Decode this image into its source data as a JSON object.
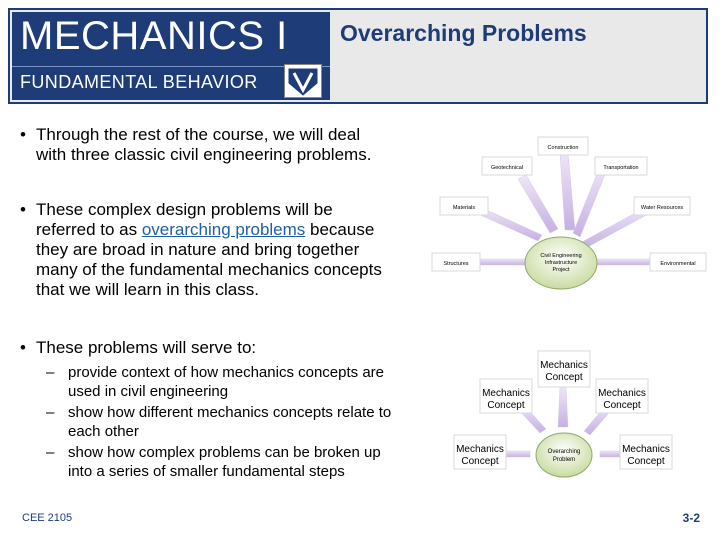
{
  "header": {
    "title": "MECHANICS I",
    "subtitle": "FUNDAMENTAL BEHAVIOR",
    "slide_title": "Overarching Problems"
  },
  "bullets": [
    {
      "lines": [
        "Through the rest of the course, we will deal",
        "with three classic civil engineering problems."
      ]
    },
    {
      "before": "These complex design problems will be",
      "line2_pre": "referred to as ",
      "link": "overarching problems",
      "line2_post": " because",
      "rest": [
        "they are broad in nature and bring together",
        "many of the fundamental mechanics concepts",
        "that we will learn in this class."
      ]
    },
    {
      "lines": [
        "These problems will serve to:"
      ]
    }
  ],
  "sub_bullets": [
    {
      "lines": [
        "provide context of how mechanics concepts are",
        "used in civil engineering"
      ]
    },
    {
      "lines": [
        "show how different mechanics concepts relate to",
        "each other"
      ]
    },
    {
      "lines": [
        "show how complex problems can be broken up",
        "into a series of smaller fundamental steps"
      ]
    }
  ],
  "diagram_top": {
    "center": [
      "Civil Engineering",
      "Infrastructure",
      "Project"
    ],
    "nodes": [
      "Construction",
      "Transportation",
      "Water Resources",
      "Environmental",
      "Structures",
      "Materials",
      "Geotechnical"
    ]
  },
  "diagram_bottom": {
    "center": [
      "Overarching",
      "Problem"
    ],
    "nodes": [
      [
        "Mechanics",
        "Concept"
      ],
      [
        "Mechanics",
        "Concept"
      ],
      [
        "Mechanics",
        "Concept"
      ],
      [
        "Mechanics",
        "Concept"
      ],
      [
        "Mechanics",
        "Concept"
      ]
    ]
  },
  "footer": {
    "course": "CEE 2105",
    "page": "3-2"
  },
  "colors": {
    "navy": "#1e3d78",
    "link": "#1f5fa6",
    "node_fill": "#cfe0a8",
    "arrow": "#c9b6e4"
  }
}
